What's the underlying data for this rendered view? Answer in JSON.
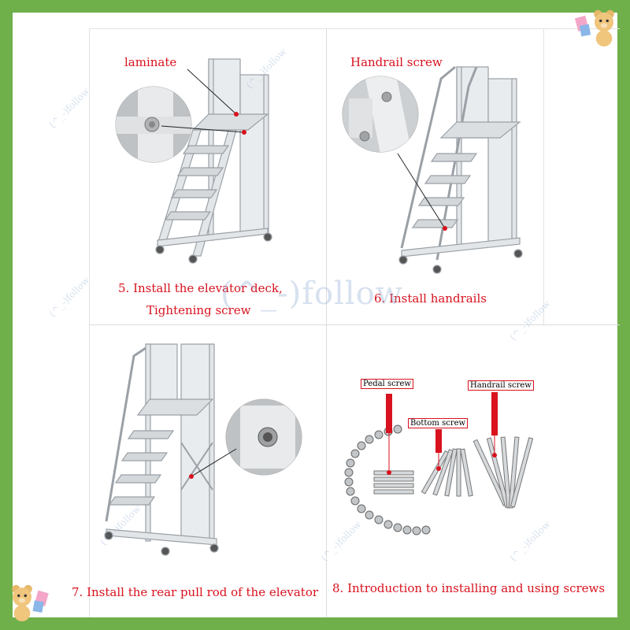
{
  "panels": {
    "p5": {
      "callout": "laminate",
      "caption_line1": "5. Install the elevator deck,",
      "caption_line2": "Tightening screw"
    },
    "p6": {
      "callout": "Handrail screw",
      "caption": "6. Install handrails"
    },
    "p7": {
      "caption": "7. Install the rear pull rod of the elevator"
    },
    "p8": {
      "label_pedal": "Pedal screw",
      "label_bottom": "Bottom screw",
      "label_handrail": "Handrail screw",
      "caption": "8. Introduction to installing and using screws"
    }
  },
  "watermark": {
    "big": "(^_-)follow",
    "small": "(^_-)follow"
  },
  "colors": {
    "border": "#6fb04a",
    "label_red": "#d8121e",
    "ladder": "#dcdfe2",
    "ladder_edge": "#9aa0a6"
  },
  "icons": [
    "bear-shopping-icon"
  ]
}
